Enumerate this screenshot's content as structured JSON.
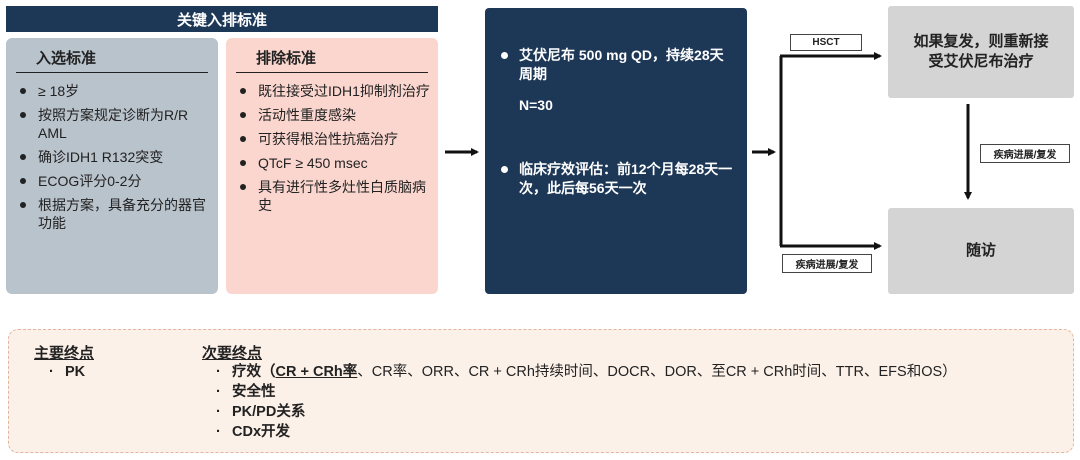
{
  "header": {
    "title": "关键入排标准"
  },
  "inclusion": {
    "title": "入选标准",
    "items": [
      "≥ 18岁",
      "按照方案规定诊断为R/R AML",
      "确诊IDH1 R132突变",
      "ECOG评分0-2分",
      "根据方案，具备充分的器官功能"
    ]
  },
  "exclusion": {
    "title": "排除标准",
    "items": [
      "既往接受过IDH1抑制剂治疗",
      "活动性重度感染",
      "可获得根治性抗癌治疗",
      "QTcF ≥ 450 msec",
      "具有进行性多灶性白质脑病史"
    ]
  },
  "treatment": {
    "dose": "艾伏尼布 500 mg QD，持续28天周期",
    "n": "N=30",
    "assessment": "临床疗效评估：前12个月每28天一次，此后每56天一次"
  },
  "outcomes": {
    "relapse_box": "如果复发，则重新接受艾伏尼布治疗",
    "followup_box": "随访",
    "hsct_label": "HSCT",
    "progression_label_1": "疾病进展/复发",
    "progression_label_2": "疾病进展/复发"
  },
  "endpoints": {
    "primary_title": "主要终点",
    "primary_items": [
      "PK"
    ],
    "secondary_title": "次要终点",
    "efficacy_label": "疗效（",
    "efficacy_key": "CR + CRh率",
    "efficacy_rest": "、CR率、ORR、CR + CRh持续时间、DOCR、DOR、至CR + CRh时间、TTR、EFS和OS）",
    "safety": "安全性",
    "pkpd": "PK/PD关系",
    "cdx": "CDx开发"
  }
}
